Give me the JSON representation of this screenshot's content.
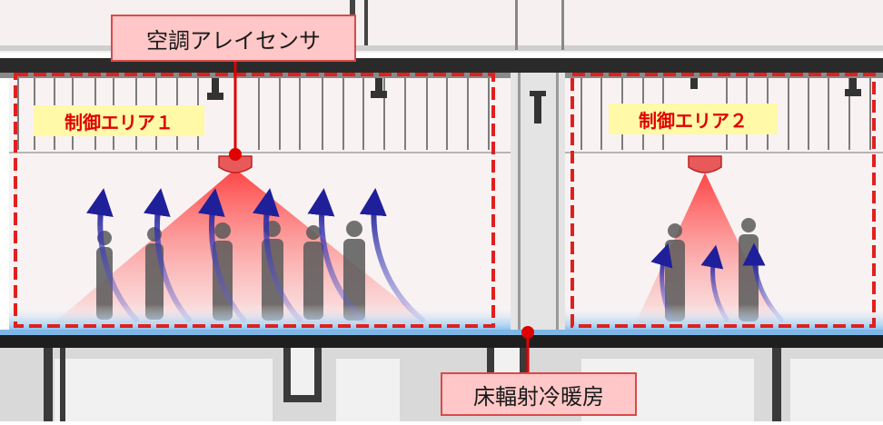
{
  "labels": {
    "sensor": "空調アレイセンサ",
    "floor": "床輻射冷暖房",
    "zone1": "制御エリア１",
    "zone2": "制御エリア２"
  },
  "colors": {
    "zone_border": "#e0201e",
    "label_fill": "#ffc7c7",
    "label_border": "#d94a4a",
    "tag_fill": "#fff9a8",
    "tag_text": "#e00000",
    "arrow": "#2a2aa8",
    "floor_glow": "#a8cff0"
  }
}
